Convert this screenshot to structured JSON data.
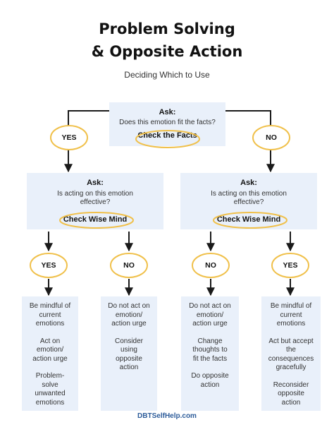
{
  "header": {
    "title_line1": "Problem Solving",
    "title_line2": "& Opposite Action",
    "subtitle": "Deciding Which to Use"
  },
  "top_question": {
    "ask": "Ask:",
    "question": "Does this emotion fit the facts?",
    "check": "Check the Facts"
  },
  "branches": {
    "left_label": "YES",
    "right_label": "NO"
  },
  "second_questions": [
    {
      "ask": "Ask:",
      "question_line1": "Is acting on this emotion",
      "question_line2": "effective?",
      "check": "Check Wise Mind"
    },
    {
      "ask": "Ask:",
      "question_line1": "Is acting on this emotion",
      "question_line2": "effective?",
      "check": "Check Wise Mind"
    }
  ],
  "leaf_labels": [
    "YES",
    "NO",
    "NO",
    "YES"
  ],
  "results": [
    {
      "items": [
        "Be mindful of\ncurrent\nemotions",
        "Act on\nemotion/\naction urge",
        "Problem-\nsolve\nunwanted\nemotions"
      ]
    },
    {
      "items": [
        "Do not act on\nemotion/\naction urge",
        "Consider\nusing\nopposite\naction"
      ]
    },
    {
      "items": [
        "Do not act on\nemotion/\naction urge",
        "Change\nthoughts to\nfit the facts",
        "Do opposite\naction"
      ]
    },
    {
      "items": [
        "Be mindful of\ncurrent\nemotions",
        "Act but accept\nthe\nconsequences\ngracefully",
        "Reconsider\nopposite\naction"
      ]
    }
  ],
  "footer": {
    "site": "DBTSelfHelp.com"
  },
  "colors": {
    "box_fill": "#e9f0fa",
    "highlight_circle": "#f0c04a",
    "line": "#1a1a1a",
    "footer_text": "#2d5c9a"
  }
}
